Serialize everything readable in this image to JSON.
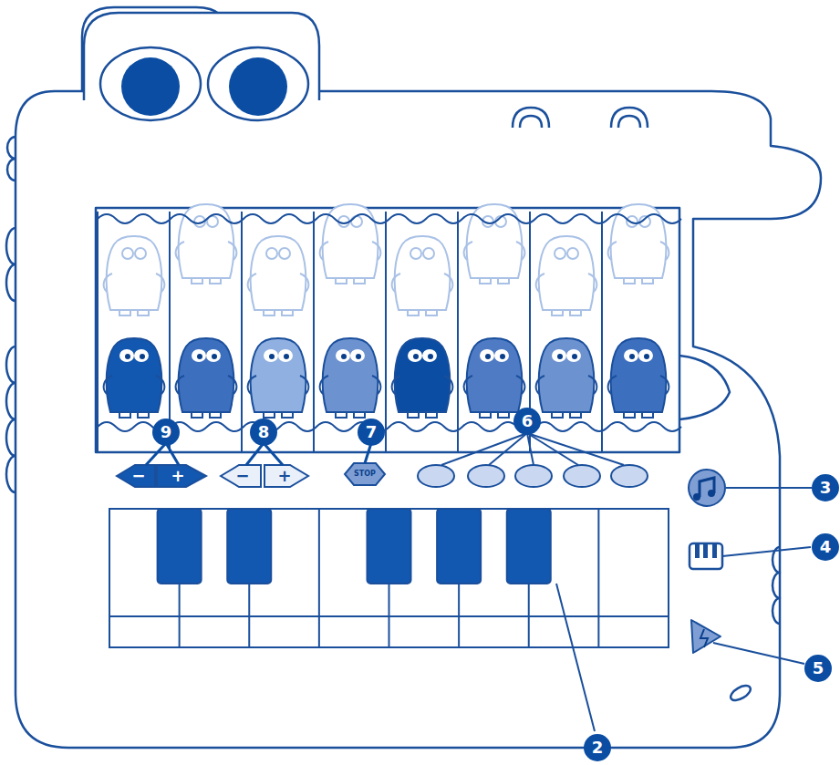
{
  "diagram": {
    "labels": [
      "9",
      "−",
      "+",
      "8",
      "−",
      "+",
      "7",
      "STOP",
      "6",
      "3",
      "4",
      "5",
      "2"
    ]
  }
}
